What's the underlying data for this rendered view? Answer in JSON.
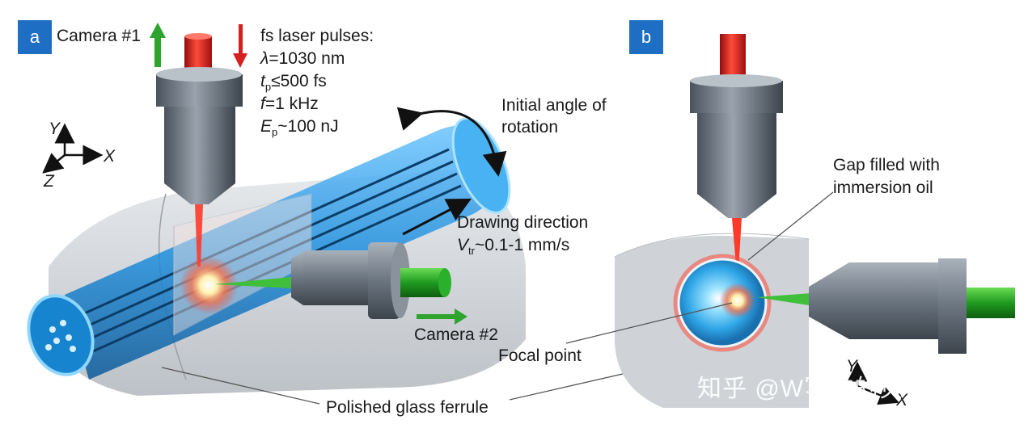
{
  "panel_a": {
    "badge": "a",
    "camera1": "Camera #1",
    "camera2": "Camera #2",
    "laser_title": "fs laser pulses:",
    "lambda_sym": "λ",
    "lambda_val": "=1030 nm",
    "tp_sym": "t",
    "tp_sub": "p",
    "tp_val": "≤500 fs",
    "f_sym": "f",
    "f_val": "=1 kHz",
    "ep_sym": "E",
    "ep_sub": "p",
    "ep_val": "~100 nJ",
    "rotation_line1": "Initial angle of",
    "rotation_line2": "rotation",
    "drawing_line1": "Drawing direction",
    "v_sym": "V",
    "v_sub": "tr",
    "v_val": "~0.1-1 mm/s",
    "ferrule": "Polished glass ferrule",
    "axes": {
      "y": "Y",
      "x": "X",
      "z": "Z"
    }
  },
  "panel_b": {
    "badge": "b",
    "gap_line1": "Gap filled with",
    "gap_line2": "immersion oil",
    "focal": "Focal point",
    "axes": {
      "y": "Y",
      "x": "X"
    }
  },
  "watermark": "知乎 @W写文的贝色麦",
  "colors": {
    "badge": "#1e6fc4",
    "laser": "#d42020",
    "camera_light": "#2fa82f",
    "fiber": "#2a9be0",
    "ferrule": "#cfd3d8",
    "objective": "#6e7884"
  }
}
